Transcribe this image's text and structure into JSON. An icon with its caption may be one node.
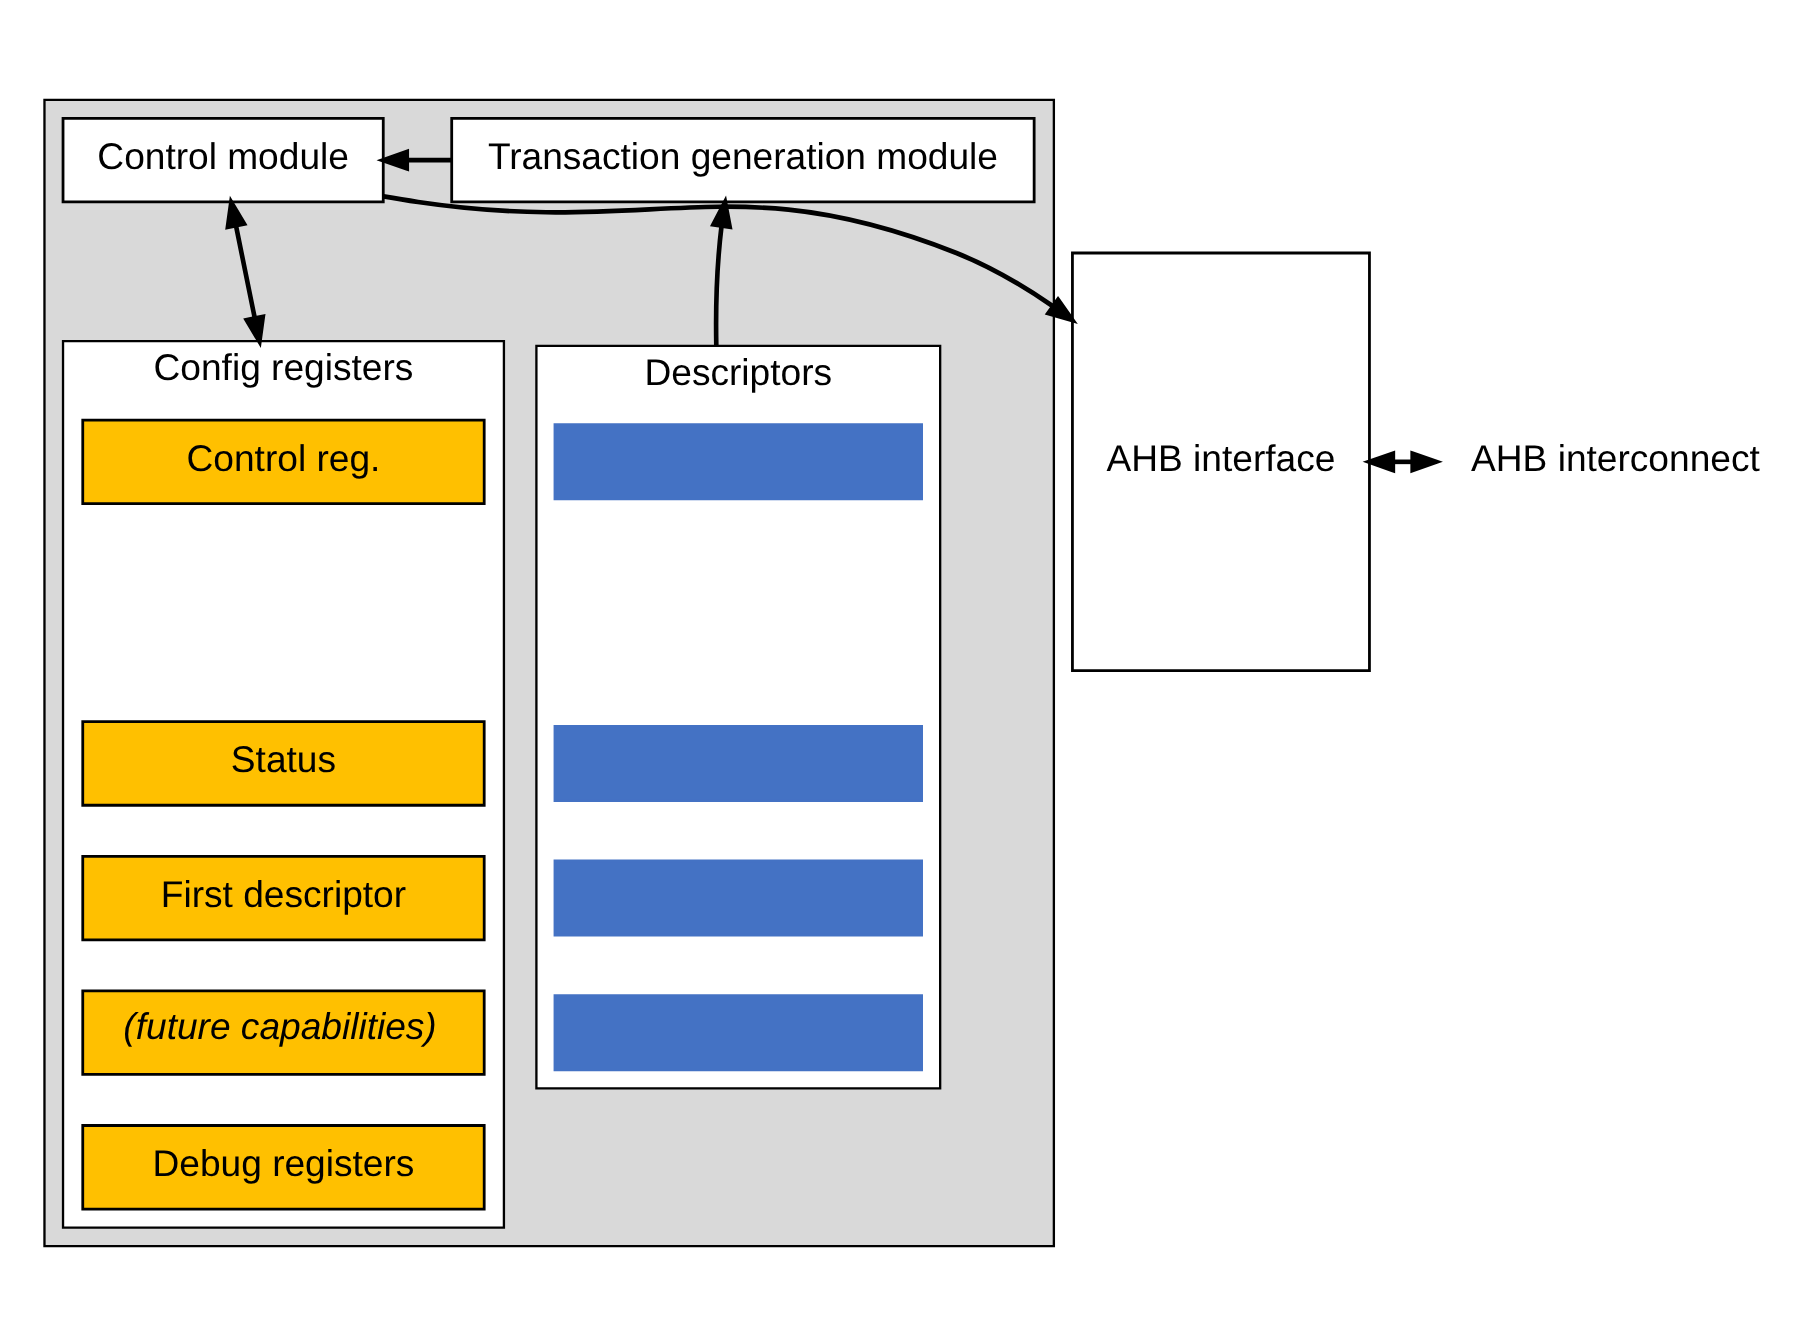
{
  "diagram": {
    "nodes": [
      {
        "text": [],
        "shape": "box"
      },
      {
        "text": [
          "Transaction generation module"
        ],
        "in": 0
      },
      {
        "text": [
          "Control module"
        ],
        "in": 0
      },
      {
        "text": [
          "Descriptors"
        ],
        "in": 0
      },
      {
        "text": [],
        "shape": "bar",
        "in": 3
      },
      {
        "text": [],
        "shape": "bar",
        "in": 3
      },
      {
        "text": [],
        "shape": "bar",
        "in": 3
      },
      {
        "text": [],
        "shape": "bar",
        "in": 3
      },
      {
        "text": [
          "Config registers"
        ],
        "in": 0
      },
      {
        "text": [
          "Control reg."
        ],
        "in": 8
      },
      {
        "text": [
          "Status"
        ],
        "in": 8
      },
      {
        "text": [
          "First descriptor"
        ],
        "in": 8
      },
      {
        "text": [
          "(future capabilities)"
        ],
        "in": 8
      },
      {
        "text": [
          "Debug registers"
        ],
        "in": 8
      },
      {
        "text": [
          "AHB interface"
        ]
      },
      {
        "text": [
          "AHB interconnect"
        ]
      }
    ],
    "edges": [
      {
        "from": 3,
        "to": 1,
        "arrow": "to"
      },
      {
        "from": 1,
        "to": 2,
        "arrow": "to"
      },
      {
        "from": 2,
        "to": 14,
        "arrow": "to"
      },
      {
        "from": 2,
        "to": 8,
        "arrow": "both"
      },
      {
        "from": 14,
        "to": 15,
        "arrow": "both"
      }
    ]
  }
}
